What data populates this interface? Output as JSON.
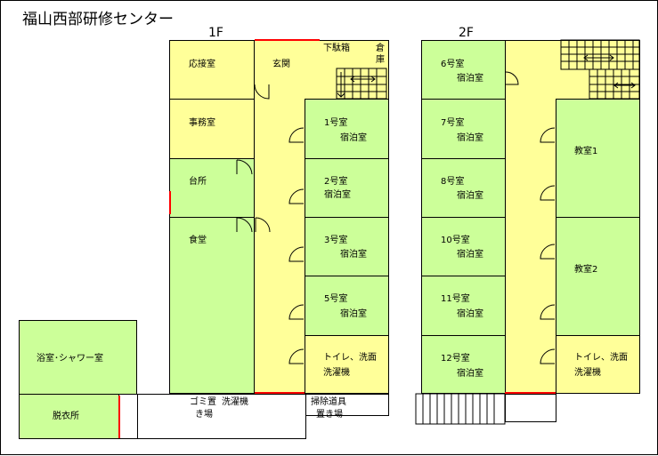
{
  "title": "福山西部研修センター",
  "floors": {
    "first": "1F",
    "second": "2F"
  },
  "rooms_1f": {
    "reception": "応接室",
    "entrance": "玄関",
    "shoe_box": "下駄箱",
    "storage_1": "倉",
    "storage_2": "庫",
    "office": "事務室",
    "kitchen": "台所",
    "dining": "食堂",
    "room1_name": "1号室",
    "room1_type": "宿泊室",
    "room2_name": "2号室",
    "room2_type": "宿泊室",
    "room3_name": "3号室",
    "room3_type": "宿泊室",
    "room5_name": "5号室",
    "room5_type": "宿泊室",
    "toilet_1": "トイレ、洗面",
    "toilet_2": "洗濯機",
    "bath": "浴室･シャワー室",
    "dressing": "脱衣所",
    "garbage_1": "ゴミ置",
    "garbage_2": "き場",
    "laundry": "洗濯機",
    "cleaning_1": "掃除道具",
    "cleaning_2": "置き場"
  },
  "rooms_2f": {
    "room6_name": "6号室",
    "room6_type": "宿泊室",
    "room7_name": "7号室",
    "room7_type": "宿泊室",
    "room8_name": "8号室",
    "room8_type": "宿泊室",
    "room10_name": "10号室",
    "room10_type": "宿泊室",
    "room11_name": "11号室",
    "room11_type": "宿泊室",
    "room12_name": "12号室",
    "room12_type": "宿泊室",
    "classroom1": "教室1",
    "classroom2": "教室2",
    "toilet_1": "トイレ、洗面",
    "toilet_2": "洗濯機"
  },
  "colors": {
    "corridor": "#ffff99",
    "room": "#ccff99",
    "accent": "#ff0000"
  }
}
